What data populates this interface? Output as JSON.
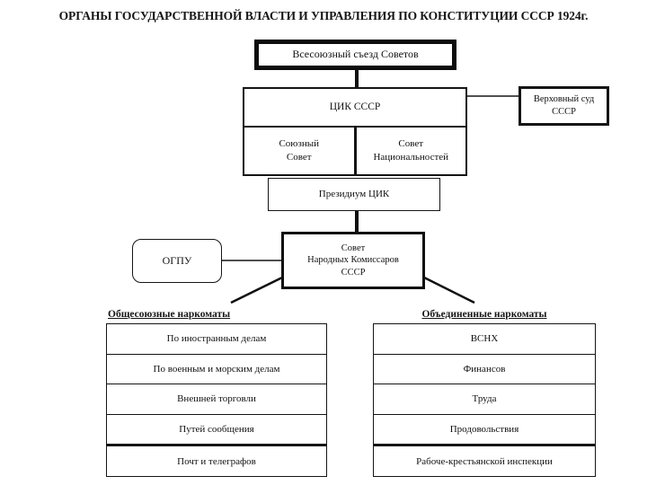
{
  "title": "ОРГАНЫ ГОСУДАРСТВЕННОЙ ВЛАСТИ И УПРАВЛЕНИЯ ПО КОНСТИТУЦИИ СССР 1924г.",
  "colors": {
    "background": "#ffffff",
    "line": "#151515",
    "text": "#111111"
  },
  "nodes": {
    "congress": {
      "label": "Всесоюзный съезд Советов"
    },
    "tsik": {
      "label": "ЦИК СССР"
    },
    "union_council": {
      "line1": "Союзный",
      "line2": "Совет"
    },
    "nationalities_council": {
      "line1": "Совет",
      "line2": "Национальностей"
    },
    "supreme_court": {
      "line1": "Верховный суд",
      "line2": "СССР"
    },
    "presidium": {
      "label": "Президиум ЦИК"
    },
    "sovnarkom": {
      "line1": "Совет",
      "line2": "Народных Комиссаров",
      "line3": "СССР"
    },
    "ogpu": {
      "label": "ОГПУ"
    }
  },
  "columns": {
    "left": {
      "header": "Общесоюзные наркоматы",
      "items": [
        "По иностранным делам",
        "По военным и морским делам",
        "Внешней торговли",
        "Путей сообщения",
        "Почт и телеграфов"
      ]
    },
    "right": {
      "header": "Объединенные наркоматы",
      "items": [
        "ВСНХ",
        "Финансов",
        "Труда",
        "Продовольствия",
        "Рабоче-крестьянской инспекции"
      ]
    }
  }
}
